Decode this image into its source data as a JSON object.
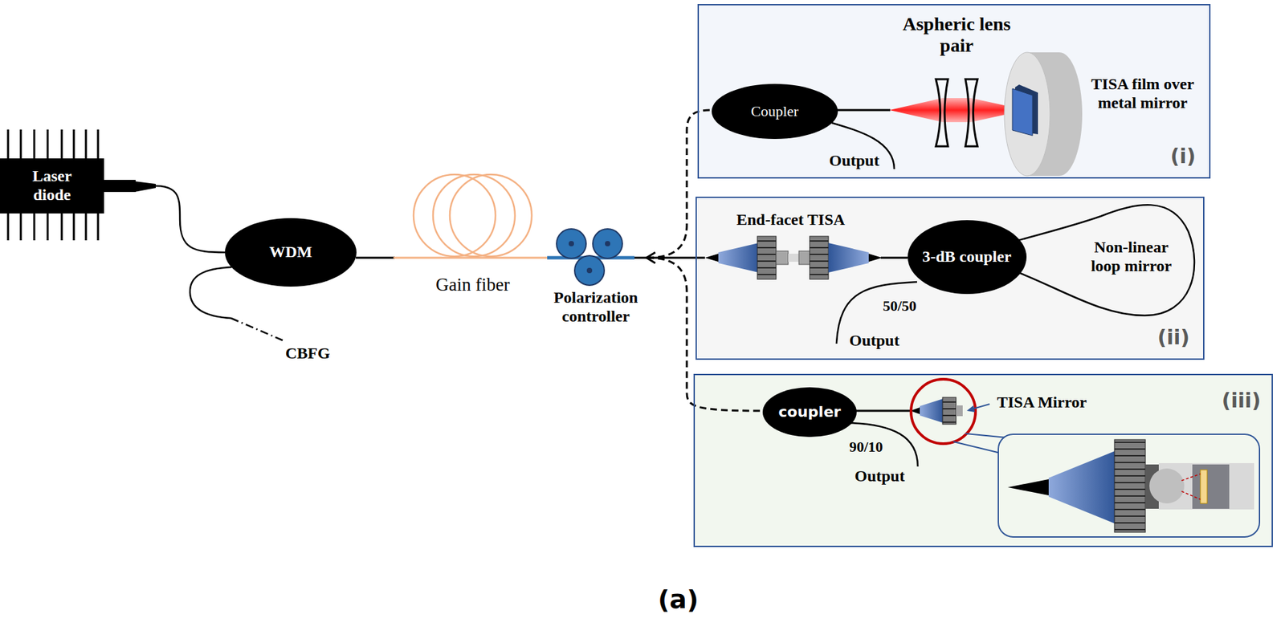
{
  "diagram": {
    "nodes": [
      {
        "text": [
          "Laser diode"
        ]
      },
      {
        "text": [
          "WDM"
        ]
      },
      {
        "text": [
          "(i)"
        ]
      },
      {
        "text": [
          "Coupler"
        ],
        "in": 2
      },
      {
        "text": [
          "(ii)"
        ]
      },
      {
        "text": [
          "3-dB coupler"
        ],
        "in": 4
      },
      {
        "text": [
          "(iii)"
        ]
      },
      {
        "text": [
          "coupler"
        ],
        "in": 6
      }
    ],
    "edges": [
      {
        "from": 0,
        "to": 1,
        "arrow": "none"
      }
    ],
    "labels": [
      "Aspheric lens pair",
      "TISA film over metal mirror",
      "Output",
      "Gain fiber",
      "Polarization controller",
      "CBFG",
      "End-facet TISA",
      "Non-linear loop mirror",
      "50/50",
      "Output",
      "TISA Mirror",
      "90/10",
      "Output",
      "(a)"
    ]
  }
}
